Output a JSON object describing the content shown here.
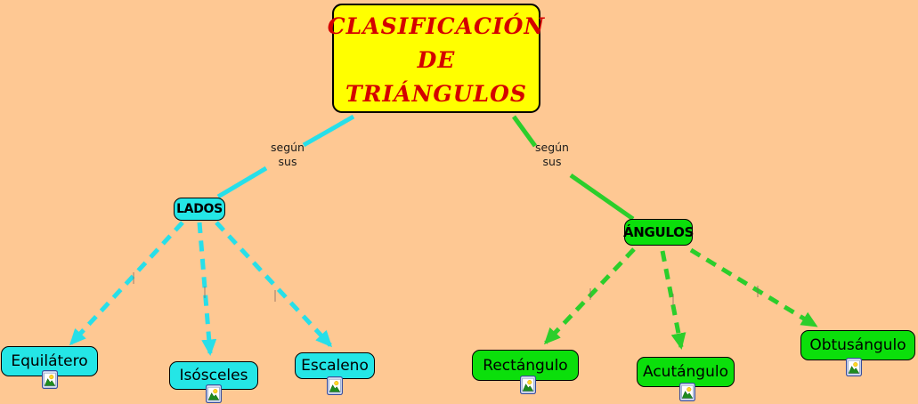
{
  "colors": {
    "background": "#fec893",
    "cyan_fill": "#24e6e6",
    "cyan_line": "#27dfe9",
    "green_fill": "#0bdf0b",
    "green_line": "#2bce2b",
    "title_fill": "#ffff00",
    "title_text": "#d40000"
  },
  "title": {
    "line1": "CLASIFICACIÓN",
    "line2": "DE",
    "line3": "TRIÁNGULOS"
  },
  "connectors": {
    "left": {
      "label_line1": "según",
      "label_line2": "sus"
    },
    "right": {
      "label_line1": "según",
      "label_line2": "sus"
    }
  },
  "nodes": {
    "lados": "LADOS",
    "angulos": "ÁNGULOS",
    "equilatero": "Equilátero",
    "isosceles": "Isósceles",
    "escaleno": "Escaleno",
    "rectangulo": "Rectángulo",
    "acutangulo": "Acutángulo",
    "obtusangulo": "Obtusángulo"
  },
  "icons": {
    "resource": "image-resource-icon"
  }
}
